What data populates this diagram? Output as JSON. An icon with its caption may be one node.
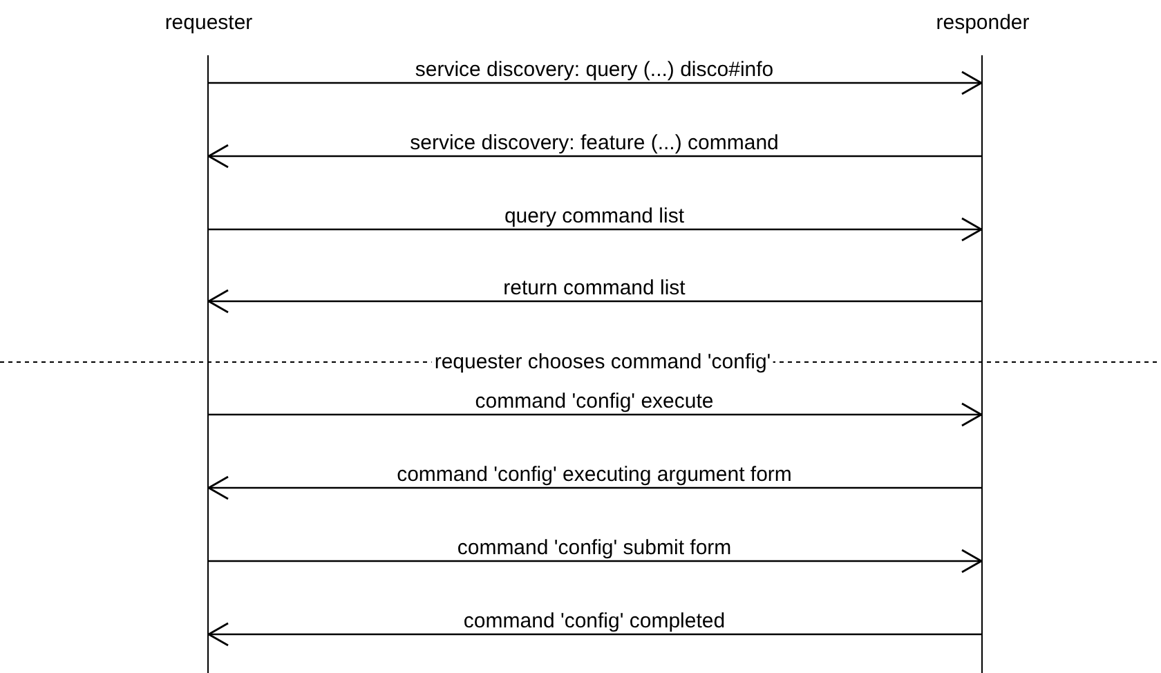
{
  "diagram": {
    "nodes": [
      {
        "text": [
          "requester"
        ]
      },
      {
        "text": [
          "responder"
        ]
      }
    ],
    "edges": [
      {
        "from": 0,
        "to": 1,
        "arrow": "to",
        "label": "service discovery: query (...) disco#info"
      },
      {
        "from": 1,
        "to": 0,
        "arrow": "to",
        "label": "service discovery: feature (...) command"
      },
      {
        "from": 0,
        "to": 1,
        "arrow": "to",
        "label": "query command list"
      },
      {
        "from": 1,
        "to": 0,
        "arrow": "to",
        "label": "return command list"
      },
      {
        "from": 0,
        "to": 1,
        "arrow": "to",
        "label": "command 'config' execute"
      },
      {
        "from": 1,
        "to": 0,
        "arrow": "to",
        "label": "command 'config' executing argument form"
      },
      {
        "from": 0,
        "to": 1,
        "arrow": "to",
        "label": "command 'config' submit form"
      },
      {
        "from": 1,
        "to": 0,
        "arrow": "to",
        "label": "command 'config' completed"
      }
    ],
    "labels": [
      "requester chooses command 'config'"
    ]
  }
}
